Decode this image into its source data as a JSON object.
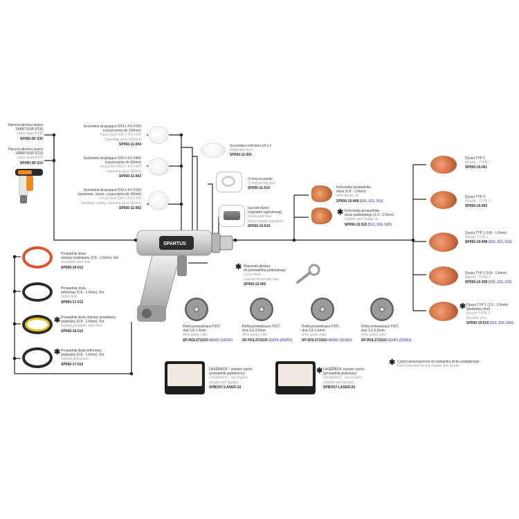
{
  "head230": {
    "l1": "Ręczna głowica lasera",
    "l2": "SPARTUS® F230",
    "en": "Laser head F230",
    "code": "SP050-SF-230"
  },
  "head210": {
    "l1": "Ręczna głowica lasera",
    "l2": "SPARTUS® F210",
    "en": "Laser head F210",
    "code": "SP050-SF-210"
  },
  "lens1": {
    "l1": "Soczewka skupiająca D20 x 4.5 F100",
    "l2": "(czyszczenie do 120mm)",
    "en1": "Focus lens D20 x 4.5 F100",
    "en2": "(cleaning up to 120mm)",
    "code": "SP050-11-004"
  },
  "lens2": {
    "l1": "Soczewka skupiająca D20 x 4.5 F400",
    "l2": "(czyszczenie do 60mm)",
    "en1": "Focus lens D20 x 4.5 F400",
    "en2": "(cleaning up to 60mm)",
    "code": "SP050-11-003"
  },
  "lens3": {
    "l1": "Soczewka skupiająca D20 x 4.5 F150",
    "l2": "(spawanie, cięcie, czyszczenie do 30mm)",
    "en1": "Focus lens D20 x 4.5 F150",
    "en2": "(welding, cutting, cleaning up to 30mm)",
    "code": "SP050-11-002"
  },
  "prot": {
    "l1": "Soczewka ochronna 18 x 2",
    "en": "Protective lens",
    "code": "SP050-11-001"
  },
  "oring": {
    "l1": "O-ring soczewki",
    "en": "O-ring for the lens",
    "code": "SP050-11-010"
  },
  "tube": {
    "l1": "Łącznik dyszy",
    "l2": "(regulator ogniskowej)",
    "en1": "Graduated tube",
    "en2": "(focus length regulator)",
    "code": "SP050-12-010"
  },
  "support": {
    "l1": "Wspornik głowicy",
    "l2": "do prowadnika podwójnego",
    "en1": "Laser head",
    "en2": "support for double liner",
    "code": "SP050-12-005"
  },
  "tip1": {
    "l1": "Końcówka prowadnika",
    "l2": "drutu (0.8 - 1.6mm)",
    "en": "Wire feeder tip",
    "code": "SP050-15-008",
    "hl": "(010, 012, 016)"
  },
  "tip2": {
    "l1": "Końcówka prowadnika",
    "l2": "drutu podwójnego (1.0 - 2.0mm)",
    "en": "Double wire feeder tip",
    "code": "SP050-15-510",
    "hl": "(512, 516, 520)"
  },
  "noz1": {
    "l1": "Dysza TYP 1",
    "en": "Nozzle - TYPE 1",
    "code": "SP050-10-001"
  },
  "noz2": {
    "l1": "Dysza TYP 2",
    "en": "Nozzle - TYPE 2",
    "code": "SP050-10-002"
  },
  "noz3": {
    "l1": "Dysza TYP 1 (0.8 - 1.6mm)",
    "en": "Nozzle TYPE 1",
    "code": "SP050-10-008",
    "hl": "(010, 012, 016)"
  },
  "noz4": {
    "l1": "Dysza TYP 2 (0.8 - 1.6mm)",
    "en": "Nozzle - TYPE 2",
    "code": "SP050-10-208",
    "hl": "(210, 212, 216)"
  },
  "noz5": {
    "l1": "Dysza TYP 1 (1.0 - 2.0mm)",
    "l2": "(podwójny drut)",
    "en1": "Nozzle TYPE 1",
    "en2": "(Double wire)",
    "code": "SP050-10-510",
    "hl": "(512, 516, 520)"
  },
  "liner1": {
    "l1": "Prowadnik drutu",
    "l2": "stalowy powlekany (0.8 - 1.6mm), 5m",
    "en": "Insulated steel liner",
    "code": "SP050-16-012"
  },
  "liner2": {
    "l1": "Prowadnik drutu",
    "l2": "teflonowy (0.8 - 1.6mm), 5m",
    "en": "Teflon liner",
    "code": "SP050-17-012"
  },
  "liner3": {
    "l1": "Prowadnik drutu stalowy powlekany",
    "l2": "podwójny (0.8 - 1.6mm), 5m",
    "en": "Double insulated steel liner",
    "code": "SP050-16-512"
  },
  "liner4": {
    "l1": "Prowadnik drutu teflonowy",
    "l2": "podwójny (0.8 - 1.6mm), 5m",
    "en": "Double teflon liner",
    "code": "SP050-17-512"
  },
  "roll1": {
    "l1": "Rolka prowadząca F037,",
    "l2": "drut 0.8-1.6mm",
    "en": "Wire guide roller",
    "code": "SP-ROL37151O-",
    "hl": "0810V (1216V)"
  },
  "roll2": {
    "l1": "Rolka prowadząca F037,",
    "l2": "drut 1.6-2.5mm",
    "en": "Wire guide roller",
    "code": "SP-ROL37151O-",
    "hl": "1620V (2025V)"
  },
  "roll3": {
    "l1": "Rolka prowadząca F037,",
    "l2": "drut 0.8-1.6mm",
    "en": "Wire guide roller",
    "code": "SP-ROL37151O-",
    "hl": "0810U (1216U)"
  },
  "roll4": {
    "l1": "Rolka prowadząca F037,",
    "l2": "drut 1.6-2.5mm",
    "en": "Wire guide roller",
    "code": "SP-ROL37151O-",
    "hl": "1620U (2025U)"
  },
  "box1": {
    "l1": "LASERBOX - zestaw części",
    "l2": "(prowadnik pojedynczy)",
    "en1": "LASERBOX - set of parts",
    "en2": "(single wire feeder)",
    "code": "SPBOX7-LASER-10"
  },
  "box2": {
    "l1": "LASERBOX zestaw części",
    "l2": "(prowadnik podwójny)",
    "en1": "LASERBOX - set of parts",
    "en2": "(double wire feeder)",
    "code": "SPBOX7-LASER-20"
  },
  "note": {
    "l1": "Części przeznaczone do podajnika drutu podwójnego",
    "en": "Parts intended for the double wire feeder"
  },
  "brand": "SPARTUS",
  "star": "✱",
  "colors": {
    "accent": "#6b5fb5",
    "copper": "#d8794a",
    "line": "#222222"
  }
}
